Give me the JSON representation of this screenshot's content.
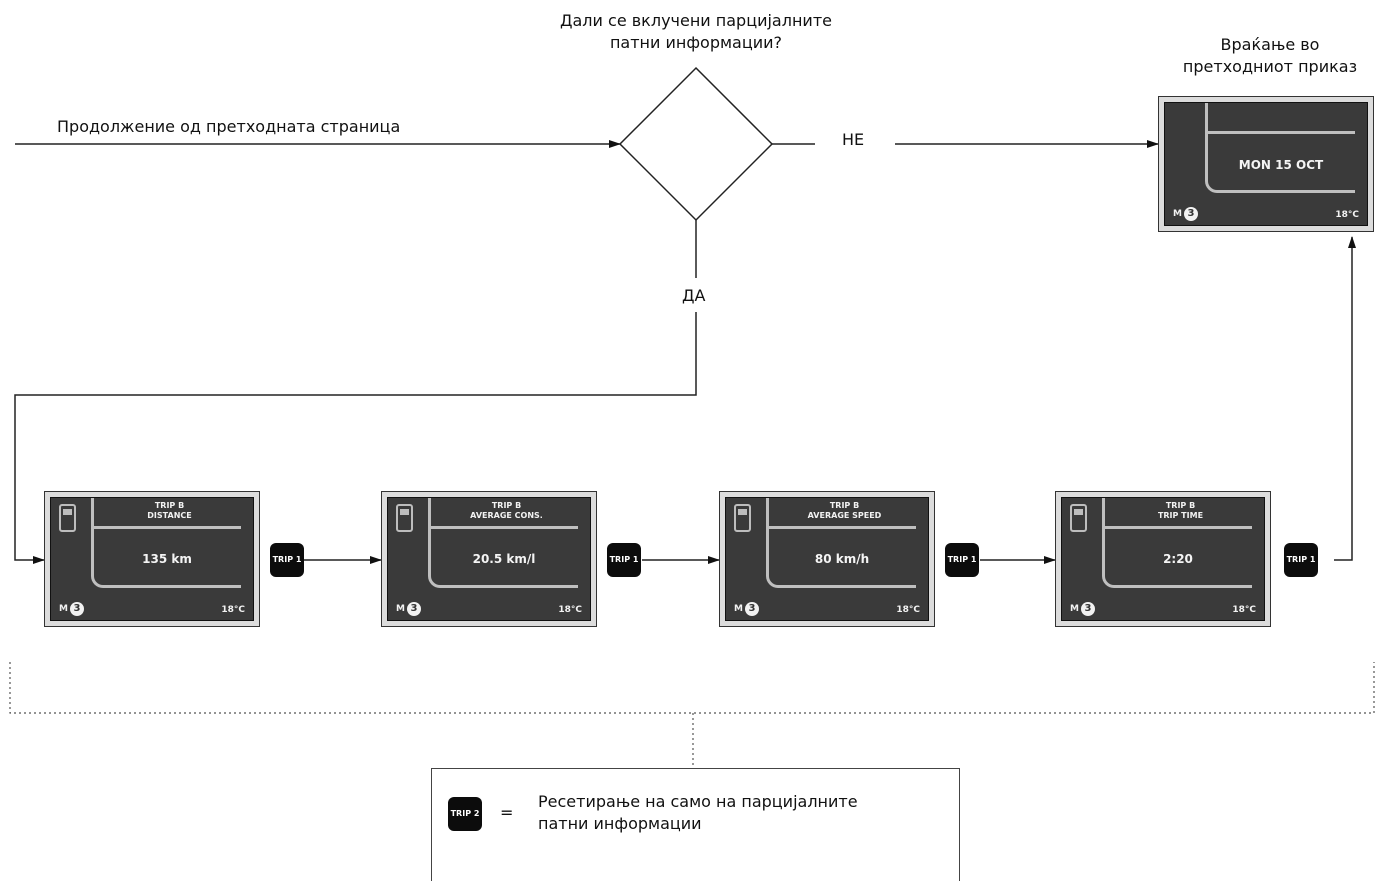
{
  "question": {
    "line1": "Дали се вклучени парцијалните",
    "line2": "патни информации?"
  },
  "continuation": "Продолжение од претходната страница",
  "no_label": "НЕ",
  "yes_label": "ДА",
  "return_label": {
    "line1": "Враќање во",
    "line2": "претходниот приказ"
  },
  "return_screen": {
    "value": "MON 15 OCT",
    "mode_letter": "M",
    "mode_num": "3",
    "temp": "18°C"
  },
  "screens": [
    {
      "title1": "TRIP B",
      "title2": "DISTANCE",
      "value": "135 km",
      "mode_letter": "M",
      "mode_num": "3",
      "temp": "18°C"
    },
    {
      "title1": "TRIP B",
      "title2": "AVERAGE CONS.",
      "value": "20.5 km/l",
      "mode_letter": "M",
      "mode_num": "3",
      "temp": "18°C"
    },
    {
      "title1": "TRIP B",
      "title2": "AVERAGE SPEED",
      "value": "80 km/h",
      "mode_letter": "M",
      "mode_num": "3",
      "temp": "18°C"
    },
    {
      "title1": "TRIP B",
      "title2": "TRIP TIME",
      "value": "2:20",
      "mode_letter": "M",
      "mode_num": "3",
      "temp": "18°C"
    }
  ],
  "trip_button_label": "TRIP 1",
  "legend": {
    "button_label": "TRIP 2",
    "equals": "=",
    "line1": "Ресетирање на само на парцијалните",
    "line2": "патни информации"
  }
}
